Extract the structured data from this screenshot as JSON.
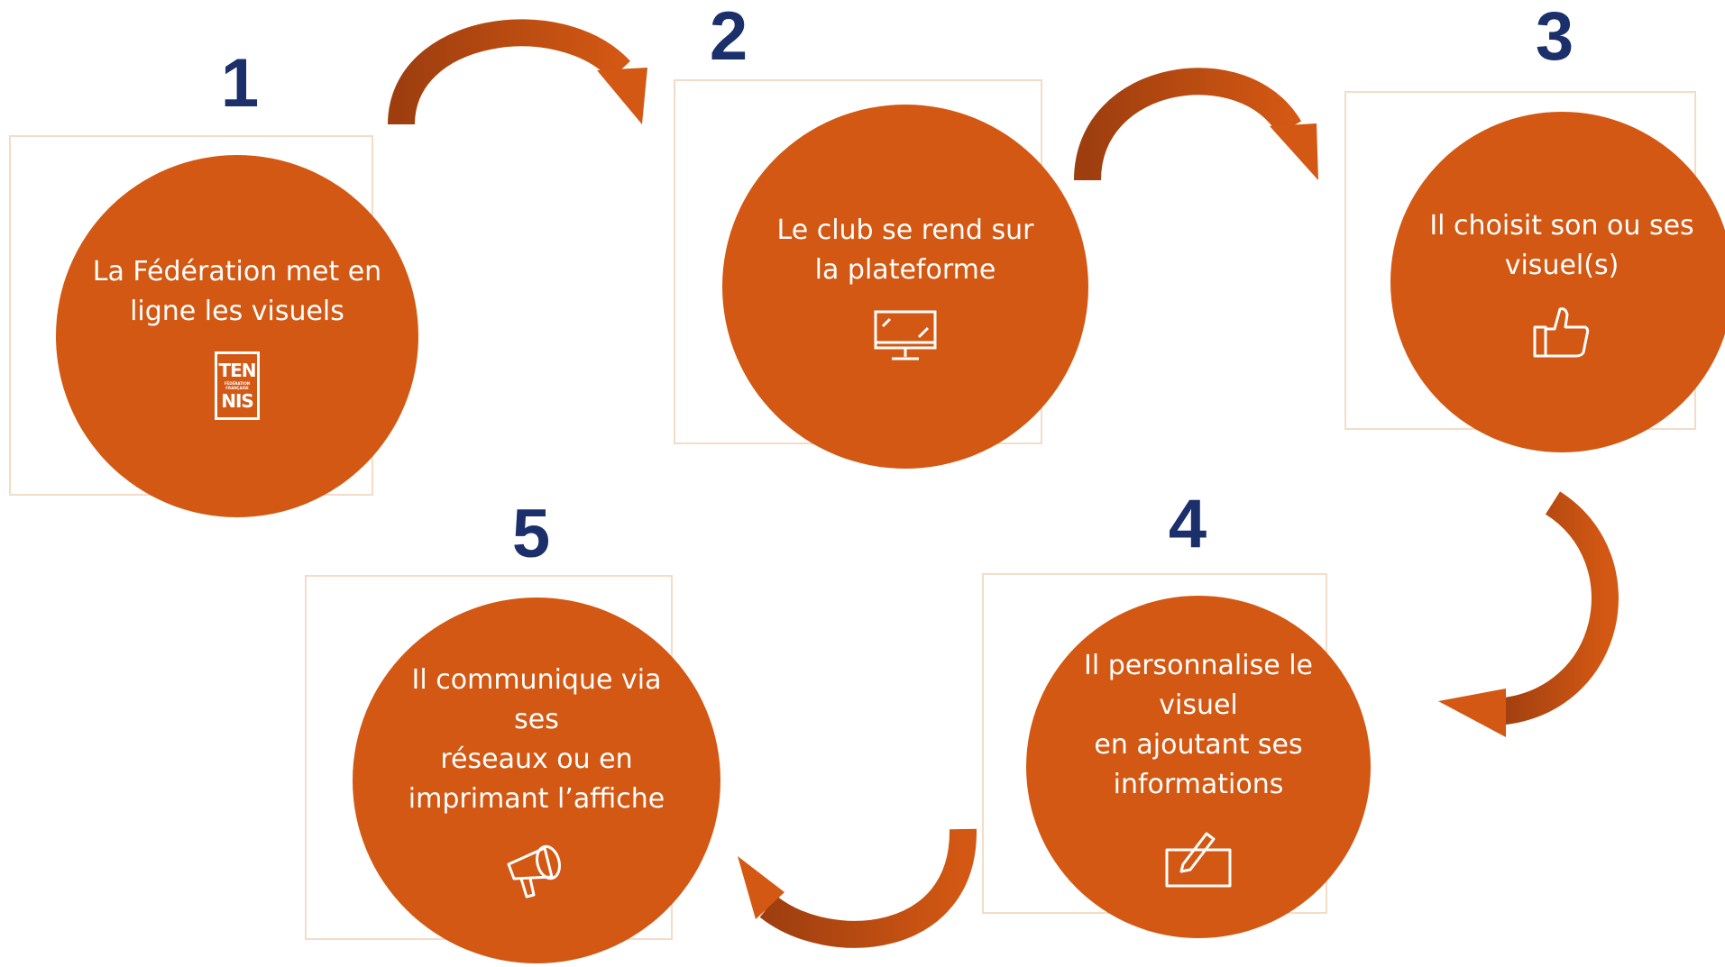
{
  "steps": [
    {
      "number": "1",
      "text": "La Fédération met en\nligne les visuels",
      "icon": "fft-tennis-logo"
    },
    {
      "number": "2",
      "text": "Le club se rend sur\nla plateforme",
      "icon": "monitor-icon"
    },
    {
      "number": "3",
      "text": "Il choisit son ou ses\nvisuel(s)",
      "icon": "thumbs-up-icon"
    },
    {
      "number": "4",
      "text": "Il personnalise le visuel\nen ajoutant ses\ninformations",
      "icon": "edit-icon"
    },
    {
      "number": "5",
      "text": "Il communique via ses\nréseaux ou en\nimprimant l’affiche",
      "icon": "megaphone-icon"
    }
  ],
  "logo": {
    "top": "TEN",
    "middle": "FÉDÉRATION\nFRANÇAISE",
    "bottom": "NIS"
  },
  "colors": {
    "circle": "#d35813",
    "number": "#1b2f6b",
    "arrow": "#c4520f",
    "frame": "#f3dcc8"
  }
}
